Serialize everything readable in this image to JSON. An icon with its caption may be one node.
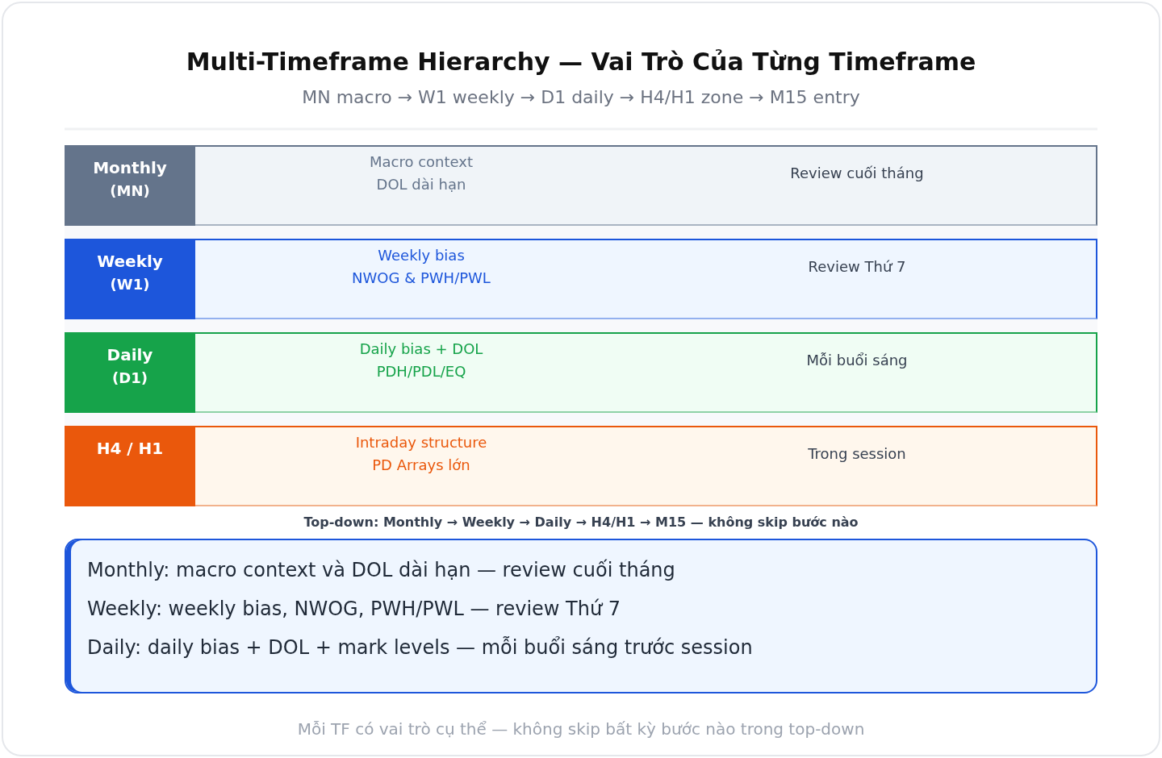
{
  "diagram": {
    "title": "Multi-Timeframe Hierarchy — Vai Trò Của Từng Timeframe",
    "caption": "Mỗi TF có vai trò cụ thể — không skip bất kỳ bước nào trong top-down",
    "nodes": [
      {
        "text": [
          "Macro context",
          "DOL dài hạn",
          "Review cuối tháng"
        ]
      },
      {
        "text": [
          "Monthly",
          "(MN)"
        ],
        "in": 0
      },
      {
        "text": [
          "Weekly bias",
          "NWOG & PWH/PWL",
          "Review Thứ 7"
        ]
      },
      {
        "text": [
          "Weekly",
          "(W1)"
        ],
        "in": 2
      },
      {
        "text": [
          "Daily bias + DOL",
          "PDH/PDL/EQ",
          "Mỗi buổi sáng"
        ]
      },
      {
        "text": [
          "Daily",
          "(D1)"
        ],
        "in": 4
      },
      {
        "text": [
          "Intraday structure",
          "PD Arrays lớn",
          "Trong session"
        ]
      },
      {
        "text": [
          "H4 / H1"
        ],
        "in": 6
      },
      {
        "text": [
          "Monthly: macro context và DOL dài hạn — review cuối tháng",
          "Weekly: weekly bias, NWOG, PWH/PWL — review Thứ 7",
          "Daily: daily bias + DOL + mark levels — mỗi buổi sáng trước session"
        ]
      }
    ],
    "labels": [
      "MN macro → W1 weekly → D1 daily → H4/H1 zone → M15 entry",
      "Top-down: Monthly → Weekly → Daily → H4/H1 → M15 — không skip bước nào"
    ]
  }
}
